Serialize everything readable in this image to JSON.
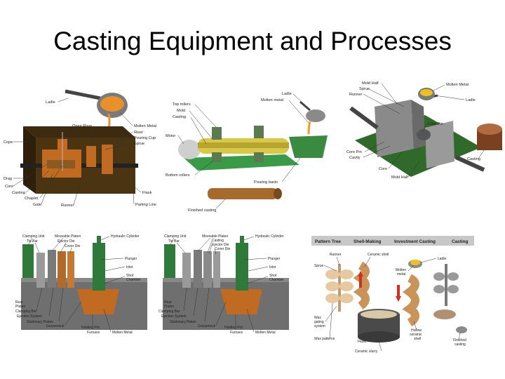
{
  "slide": {
    "title": "Casting Equipment and Processes"
  },
  "sand_mold": {
    "labels": {
      "ladle": "Ladle",
      "open_riser": "Open Riser",
      "molten_metal": "Molten Metal",
      "riser": "Riser",
      "pouring_cup": "Pouring Cup",
      "sprue": "Sprue",
      "cope": "Cope",
      "drag": "Drag",
      "core": "Core",
      "casting": "Casting",
      "chaplet": "Chaplet",
      "gate": "Gate",
      "runner": "Runner",
      "flask": "Flask",
      "parting_line": "Parting Line"
    }
  },
  "centrifugal": {
    "labels": {
      "top_rollers": "Top rollers",
      "mold": "Mold",
      "casting": "Casting",
      "ladle": "Ladle",
      "molten_metal": "Molten metal",
      "motor": "Motor",
      "bottom_rollers": "Bottom rollers",
      "pouring_basin": "Pouring basin",
      "finished_casting": "Finished casting"
    }
  },
  "permanent_mold": {
    "labels": {
      "mold_half_top": "Mold Half",
      "sprue": "Sprue",
      "runner": "Runner",
      "molten_metal": "Molten Metal",
      "ladle": "Ladle",
      "core_pin": "Core Pin",
      "core_pin_cavity": "Core Pin",
      "cavity": "Cavity",
      "core": "Core",
      "mold_half_bottom": "Mold Half",
      "casting": "Casting"
    }
  },
  "die_casting_1": {
    "labels": {
      "clamping_unit": "Clamping Unit",
      "tie_bar": "Tie Bar",
      "moveable_platen": "Moveable Platen",
      "ejector_die": "Ejector Die",
      "cover_die": "Cover Die",
      "hydraulic_cylinder": "Hydraulic Cylinder",
      "plunger": "Plunger",
      "inlet": "Inlet",
      "shot": "Shot",
      "chamber": "Chamber",
      "rear": "Rear",
      "platen": "Platen",
      "clamping_bar": "Clamping Bar",
      "ejection_system": "Ejection System",
      "stationary_platen": "Stationary Platen",
      "gooseneck": "Gooseneck",
      "holding_pot": "Holding Pot",
      "furnace": "Furnace",
      "molten_metal": "Molten Metal"
    }
  },
  "die_casting_2": {
    "labels": {
      "clamping_unit": "Clamping Unit",
      "tie_bar": "Tie Bar",
      "moveable_platen": "Moveable Platen",
      "casting": "Casting",
      "ejector_die": "Ejector Die",
      "cover_die": "Cover Die",
      "hydraulic_cylinder": "Hydraulic Cylinder",
      "plunger": "Plunger",
      "inlet": "Inlet",
      "shot": "Shot",
      "chamber": "Chamber",
      "rear": "Rear",
      "platen": "Platen",
      "clamping_bar": "Clamping Bar",
      "ejection_system": "Ejection System",
      "stationary_platen": "Stationary Platen",
      "gooseneck": "Gooseneck",
      "holding_pot": "Holding Pot",
      "furnace": "Furnace",
      "molten_metal": "Molten Metal"
    }
  },
  "investment": {
    "headers": [
      "Pattern Tree",
      "Shell-Making",
      "Investment Casting",
      "Casting"
    ],
    "labels": {
      "runner": "Runner",
      "ceramic_shell": "Ceramic shell",
      "sprue": "Sprue",
      "molten": "Molten",
      "metal": "metal",
      "ladle": "Ladle",
      "wax": "Wax",
      "gating": "gating",
      "system": "system",
      "wax_patterns": "Wax patterns",
      "flask": "Flask",
      "ceramic_slurry": "Ceramic slurry",
      "hollow": "Hollow",
      "ceramic": "ceramic",
      "shell": "shell",
      "finished": "Finished",
      "casting": "casting"
    }
  }
}
